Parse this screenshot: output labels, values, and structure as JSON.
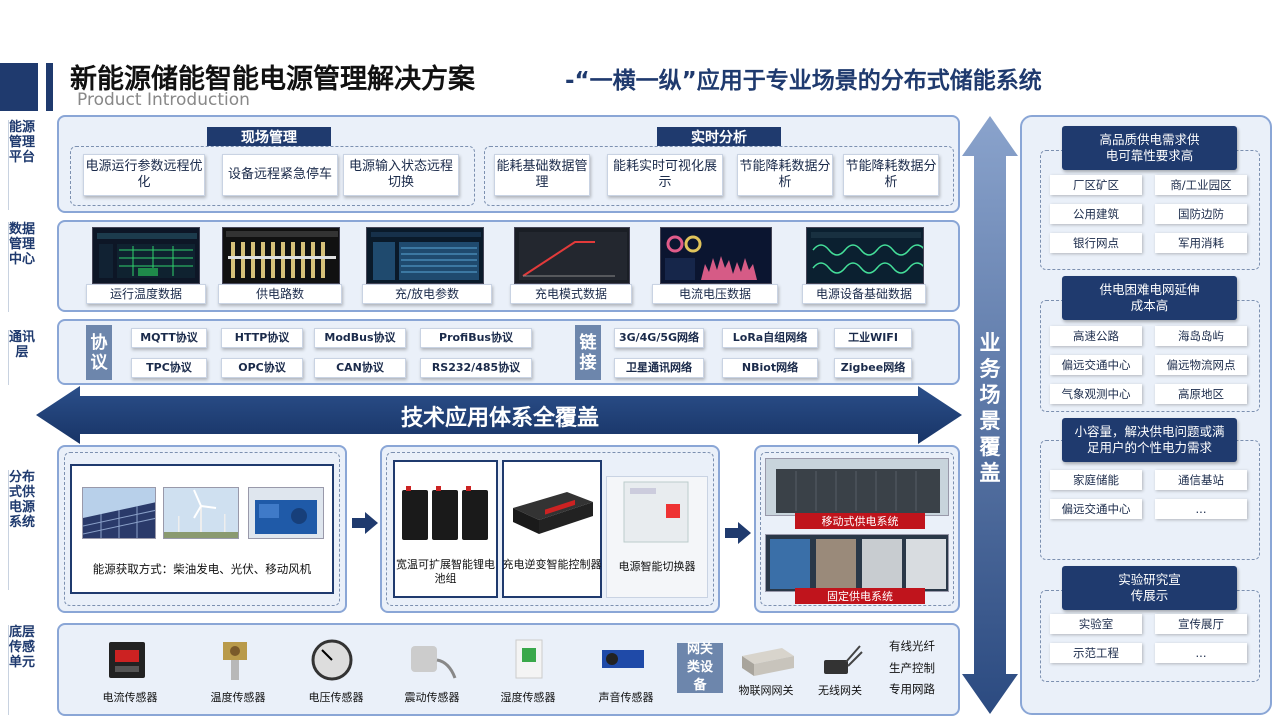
{
  "header": {
    "title": "新能源储能智能电源管理解决方案",
    "subtitle": "-“一横一纵”应用于专业场景的分布式储能系统",
    "en_title": "Product Introduction"
  },
  "side_labels": [
    "能源管理平台",
    "数据管理中心",
    "通讯层",
    "分布式供电源系统",
    "底层传感单元"
  ],
  "energy_platform": {
    "site_mgmt": {
      "title": "现场管理",
      "items": [
        "电源运行参数远程优化",
        "设备远程紧急停车",
        "电源输入状态远程切换"
      ]
    },
    "realtime": {
      "title": "实时分析",
      "items": [
        "能耗基础数据管理",
        "能耗实时可视化展示",
        "节能降耗数据分析",
        "节能降耗数据分析"
      ]
    }
  },
  "data_center": {
    "items": [
      "运行温度数据",
      "供电路数",
      "充/放电参数",
      "充电模式数据",
      "电流电压数据",
      "电源设备基础数据"
    ]
  },
  "comm": {
    "protocol_label": "协议",
    "protocols": [
      "MQTT协议",
      "HTTP协议",
      "ModBus协议",
      "ProfiBus协议",
      "TPC协议",
      "OPC协议",
      "CAN协议",
      "RS232/485协议"
    ],
    "link_label": "链接",
    "links": [
      "3G/4G/5G网络",
      "LoRa自组网络",
      "工业WIFI",
      "卫星通讯网络",
      "NBiot网络",
      "Zigbee网络"
    ]
  },
  "banner": "技术应用体系全覆盖",
  "vertical_banner": "业务场景覆盖",
  "power_system": {
    "source_caption": "能源获取方式：柴油发电、光伏、移动风机",
    "devices": [
      "宽温可扩展智能锂电池组",
      "充电逆变智能控制器",
      "电源智能切换器"
    ],
    "outputs": [
      "移动式供电系统",
      "固定供电系统"
    ]
  },
  "sensors": {
    "items": [
      "电流传感器",
      "温度传感器",
      "电压传感器",
      "震动传感器",
      "湿度传感器",
      "声音传感器"
    ],
    "gateway_label": "网关类设备",
    "gateways": [
      "物联网网关",
      "无线网关"
    ],
    "networks": [
      "有线光纤",
      "生产控制",
      "专用网路"
    ]
  },
  "scenarios": [
    {
      "title": "高品质供电需求供电可靠性要求高",
      "items": [
        "厂区矿区",
        "商/工业园区",
        "公用建筑",
        "国防边防",
        "银行网点",
        "军用消耗"
      ]
    },
    {
      "title": "供电困难电网延伸成本高",
      "items": [
        "高速公路",
        "海岛岛屿",
        "偏远交通中心",
        "偏远物流网点",
        "气象观测中心",
        "高原地区"
      ]
    },
    {
      "title": "小容量，解决供电问题或满足用户的个性电力需求",
      "items": [
        "家庭储能",
        "通信基站",
        "偏远交通中心",
        "..."
      ]
    },
    {
      "title": "实验研究宣传展示",
      "items": [
        "实验室",
        "宣传展厅",
        "示范工程",
        "..."
      ]
    }
  ]
}
